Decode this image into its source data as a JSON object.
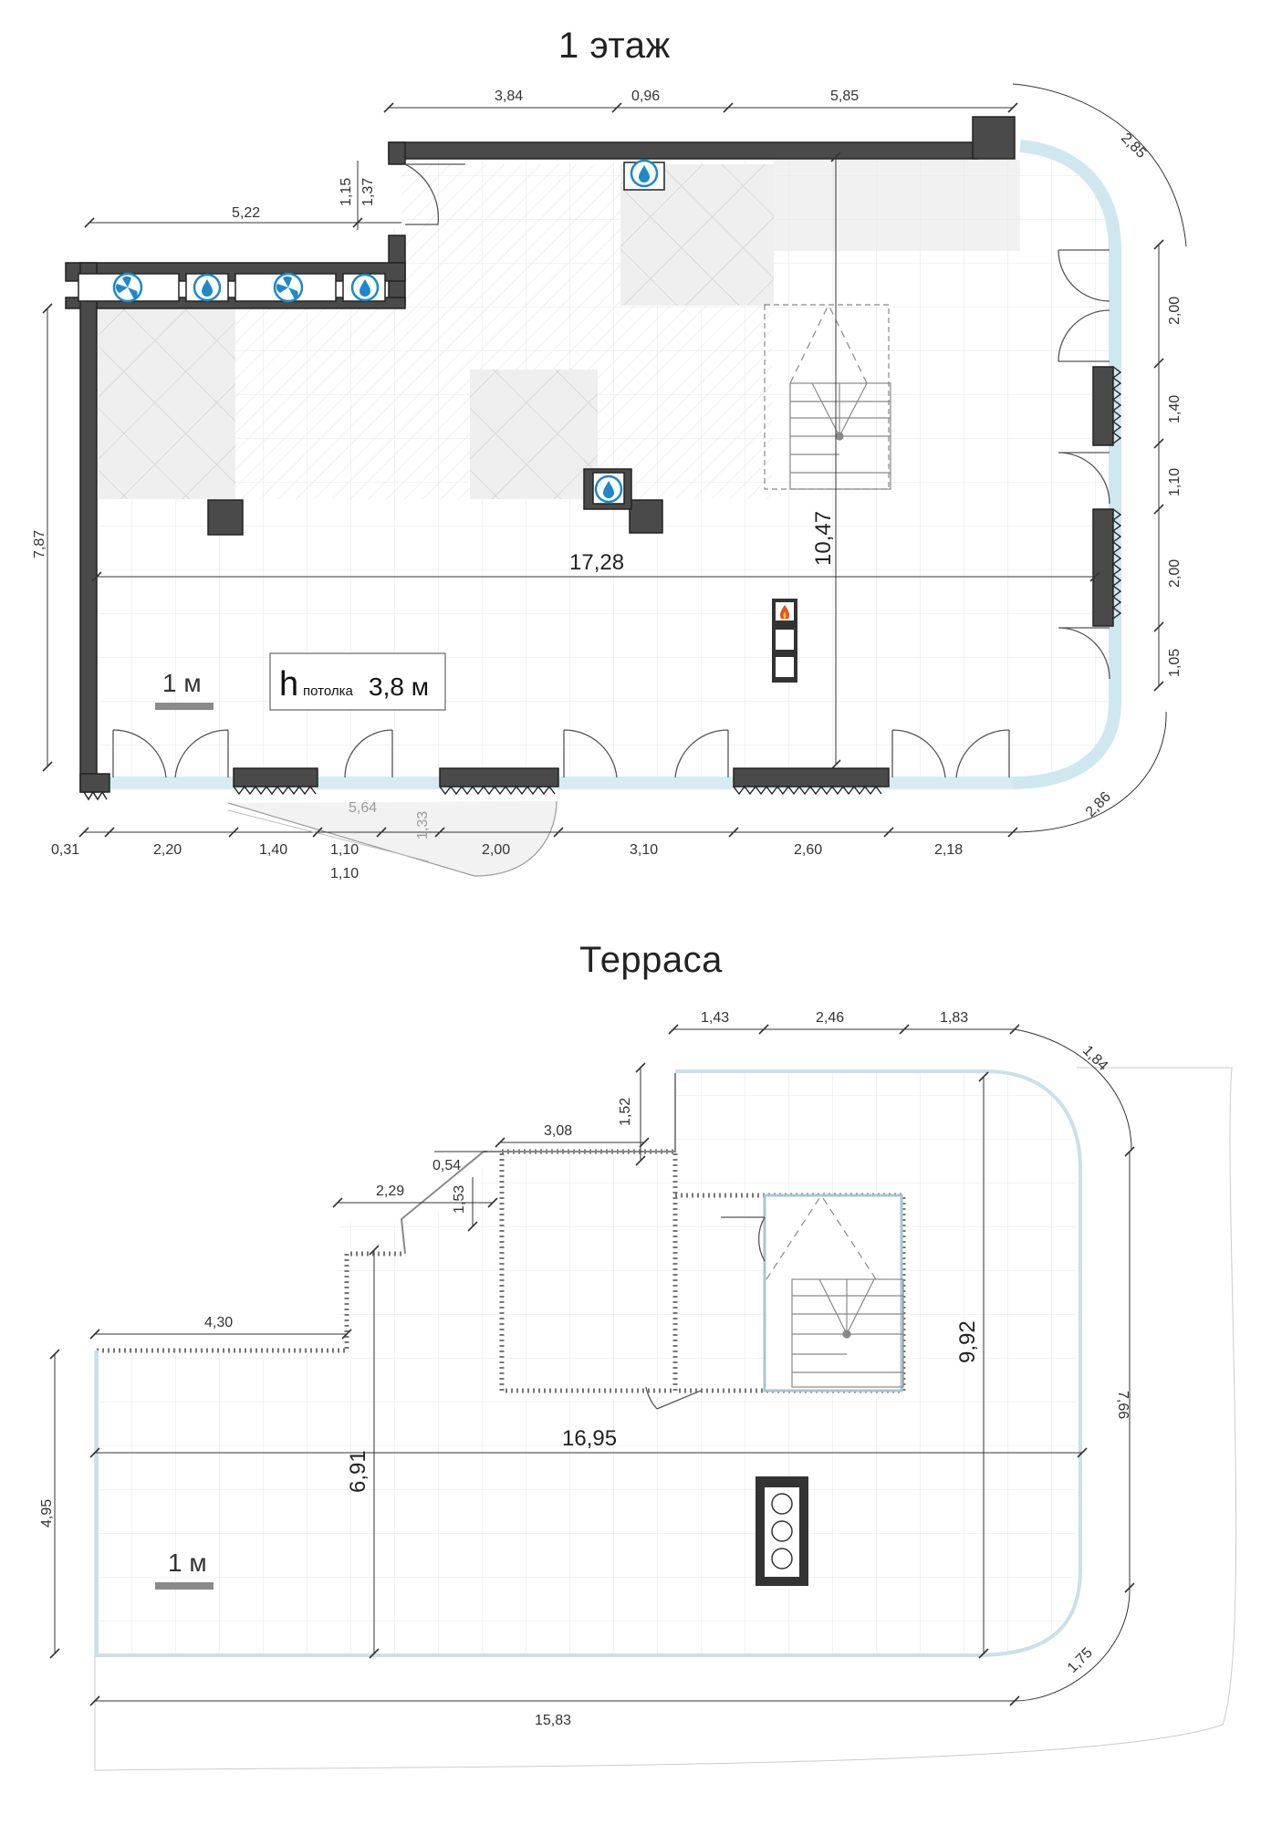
{
  "floor1": {
    "title": "1 этаж",
    "dims": {
      "top_a": "3,84",
      "top_b": "0,96",
      "top_c": "5,85",
      "corner_top": "2,85",
      "left_top": "5,22",
      "step_a": "1,15",
      "step_b": "1,37",
      "left_height": "7,87",
      "width_total": "17,28",
      "depth_total": "10,47",
      "right_a": "2,00",
      "right_b": "1,40",
      "right_c": "1,10",
      "right_d": "2,00",
      "right_e": "1,05",
      "corner_bottom": "2,86",
      "bottom_a": "0,31",
      "bottom_b": "2,20",
      "bottom_c": "1,40",
      "bottom_d": "1,10",
      "bottom_e": "2,00",
      "bottom_f": "3,10",
      "bottom_g": "2,60",
      "bottom_h": "2,18",
      "bottom_sub": "1,10",
      "ramp_len": "5,64",
      "ramp_w": "1,33"
    },
    "scale_label": "1 м",
    "ceiling": {
      "h": "h",
      "label": "потолка",
      "value": "3,8 м"
    }
  },
  "terrace": {
    "title": "Терраса",
    "dims": {
      "top_a": "1,43",
      "top_b": "2,46",
      "top_c": "1,83",
      "corner_top": "1,84",
      "step_a": "3,08",
      "step_a_h": "1,52",
      "step_b": "0,54",
      "step_b_h": "1,53",
      "step_c": "2,29",
      "left_top": "4,30",
      "left_height": "4,95",
      "width_total": "16,95",
      "inner_height": "6,91",
      "depth_total": "9,92",
      "right_height": "7,66",
      "corner_bottom": "1,75",
      "bottom_total": "15,83"
    },
    "scale_label": "1 м"
  },
  "colors": {
    "wall": "#4a4a4a",
    "glass": "#d6ecf2",
    "zone": "#ececec",
    "grid": "#e6e6e6",
    "water_icon": "#1e88c8",
    "fire_icon": "#e8531c"
  },
  "icons": [
    "fan-icon",
    "water-drop-icon",
    "fire-icon",
    "stairs-icon"
  ]
}
